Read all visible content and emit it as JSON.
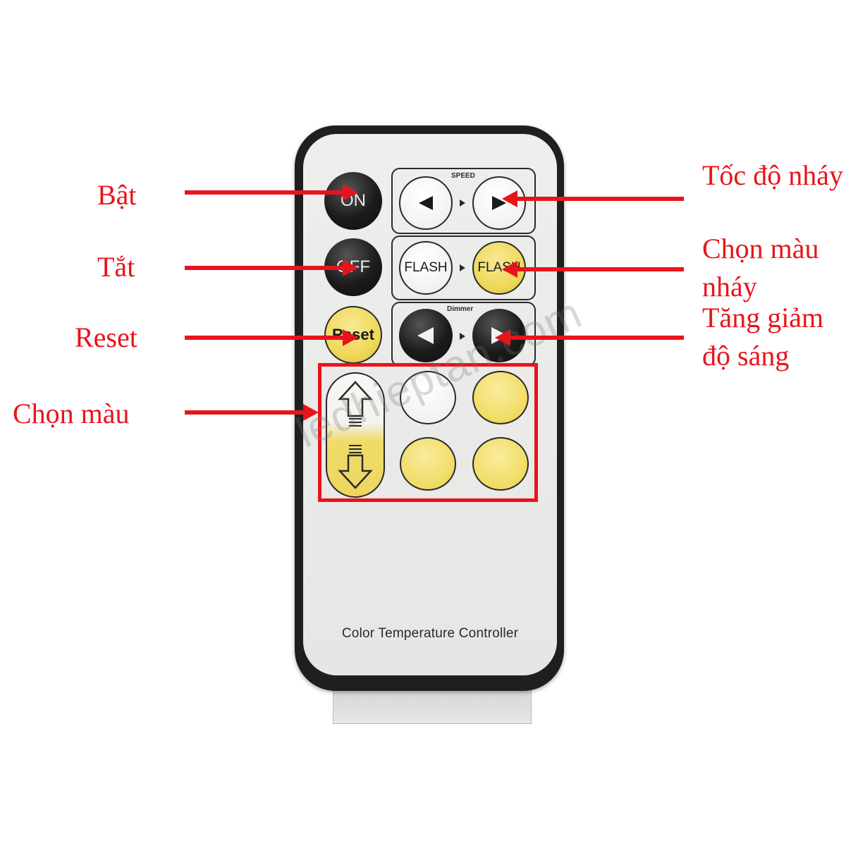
{
  "annotations": {
    "on": "Bật",
    "off": "Tắt",
    "reset": "Reset",
    "color_select": "Chọn màu",
    "flash_speed": "Tốc độ nháy",
    "flash_color": "Chọn màu nháy",
    "brightness": "Tăng giảm độ sáng"
  },
  "remote": {
    "on_label": "ON",
    "off_label": "OFF",
    "reset_label": "Reset",
    "speed_title": "SPEED",
    "flash_left_label": "FLASH",
    "flash_right_label": "FLASH",
    "dimmer_title": "Dimmer",
    "model_text": "Color Temperature Controller"
  },
  "watermark": "ledhieptan.com",
  "colors": {
    "annotation_red": "#e8141b",
    "button_yellow": "#efd95a",
    "button_black": "#1b1b1b",
    "remote_face": "#eceae8"
  }
}
